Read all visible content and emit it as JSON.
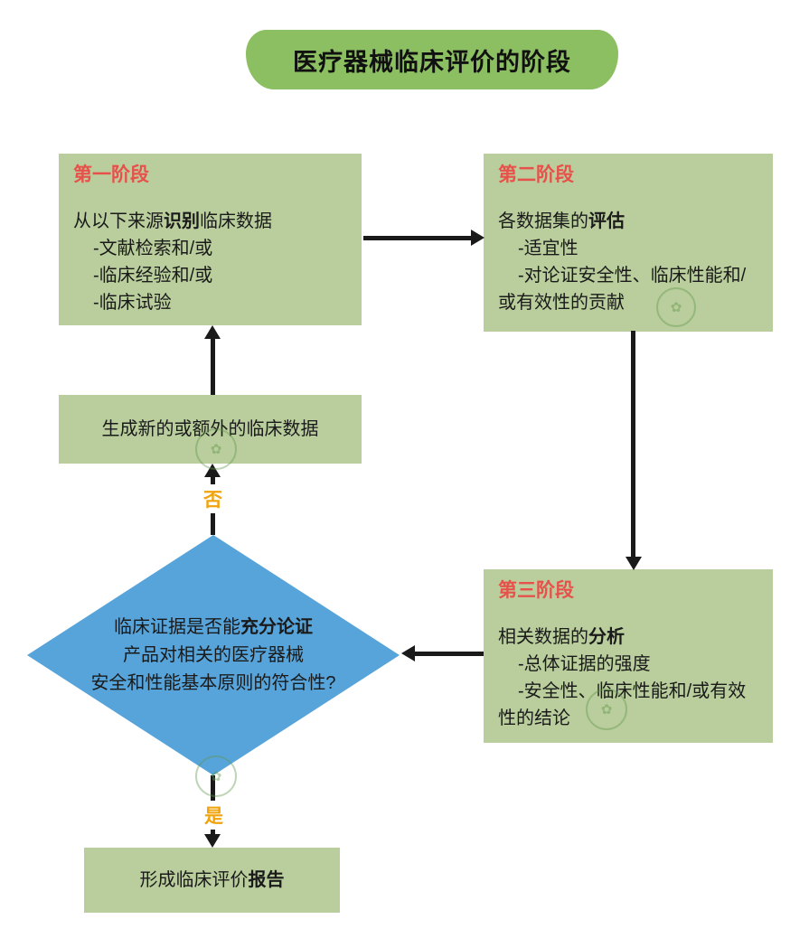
{
  "colors": {
    "banner-green": "#8CBE62",
    "box-green": "#B9CE9C",
    "diamond-blue": "#57A4DB",
    "header-red": "#E8514B",
    "label-orange": "#F0A30A",
    "arrow-black": "#1a1a1a"
  },
  "title": {
    "text": "医疗器械临床评价的阶段"
  },
  "stage1": {
    "header": "第一阶段",
    "intro_pre": "从以下来源",
    "intro_bold": "识别",
    "intro_post": "临床数据",
    "items": [
      "-文献检索和/或",
      "-临床经验和/或",
      "-临床试验"
    ]
  },
  "stage2": {
    "header": "第二阶段",
    "intro_pre": "各数据集的",
    "intro_bold": "评估",
    "intro_post": "",
    "items": [
      "-适宜性",
      "-对论证安全性、临床性能和/或有效性的贡献"
    ]
  },
  "stage3": {
    "header": "第三阶段",
    "intro_pre": "相关数据的",
    "intro_bold": "分析",
    "intro_post": "",
    "items": [
      "-总体证据的强度",
      "-安全性、临床性能和/或有效性的结论"
    ]
  },
  "generate_box": {
    "text": "生成新的或额外的临床数据"
  },
  "decision": {
    "line1_pre": "临床证据是否能",
    "line1_bold": "充分论证",
    "line2": "产品对相关的医疗器械",
    "line3": "安全和性能基本原则的符合性?"
  },
  "flow_labels": {
    "no": "否",
    "yes": "是"
  },
  "report_box": {
    "pre": "形成临床评价",
    "bold": "报告"
  },
  "icons": {
    "watermark": "green-seal-stamp"
  }
}
